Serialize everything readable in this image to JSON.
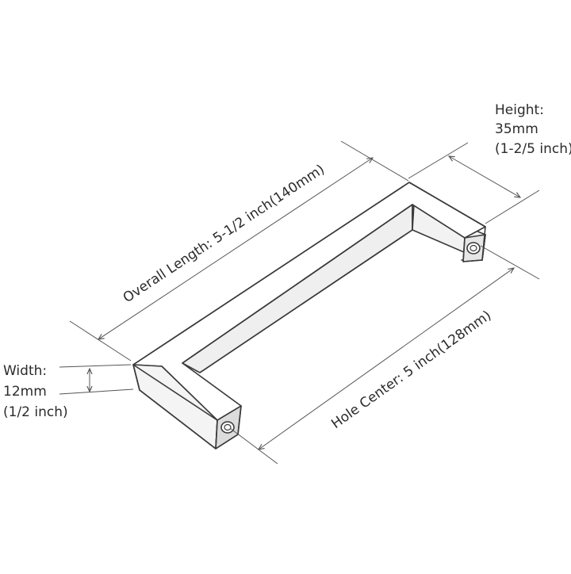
{
  "labels": {
    "overall_length": "Overall Length: 5-1/2 inch(140mm)",
    "hole_center": "Hole Center: 5 inch(128mm)",
    "height": {
      "line1": "Height:",
      "line2": "35mm",
      "line3": "(1-2/5 inch)"
    },
    "width": {
      "line1": "Width:",
      "line2": "12mm",
      "line3": "(1/2 inch)"
    }
  },
  "colors": {
    "outline": "#3a3a3a",
    "face_light": "#ffffff",
    "face_mid": "#f2f2f2",
    "face_dark": "#dedede",
    "dimension_line": "#555555",
    "text": "#2b2b2b"
  }
}
